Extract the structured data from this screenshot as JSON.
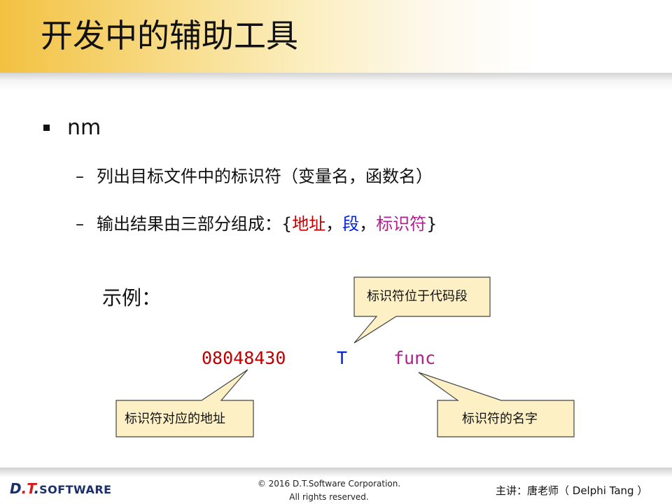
{
  "slide": {
    "title": "开发中的辅助工具"
  },
  "content": {
    "bullet": "nm",
    "sub1": "列出目标文件中的标识符（变量名，函数名）",
    "sub2": {
      "prefix": "输出结果由三部分组成：{",
      "address": "地址",
      "sep1": "，",
      "segment": "段",
      "sep2": "，",
      "identifier": "标识符",
      "suffix": "}"
    },
    "example_label": "示例：",
    "example": {
      "address": "08048430",
      "type": "T",
      "name": "func"
    },
    "callouts": {
      "segment_note": "标识符位于代码段",
      "address_note": "标识符对应的地址",
      "name_note": "标识符的名字"
    }
  },
  "footer": {
    "logo_prefix": "D",
    "logo_dot": ".",
    "logo_t": "T",
    "logo_dot2": ".",
    "logo_software": "SOFTWARE",
    "copyright_line1": "© 2016 D.T.Software Corporation.",
    "copyright_line2": "All rights reserved.",
    "presenter": "主讲：唐老师（ Delphi Tang ）"
  },
  "colors": {
    "title_band": "#f2c141",
    "address": "#c00000",
    "segment": "#0022dd",
    "identifier": "#b0208c",
    "callout_fill": "#fdf0c4",
    "callout_border": "#444444"
  }
}
